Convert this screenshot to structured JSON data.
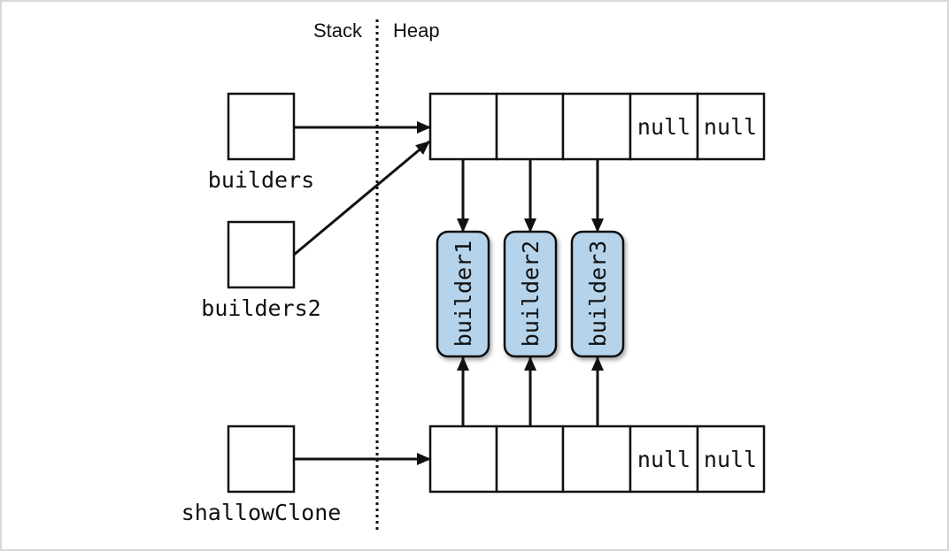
{
  "regions": {
    "stack_label": "Stack",
    "heap_label": "Heap"
  },
  "variables": {
    "builders": "builders",
    "builders2": "builders2",
    "shallow_clone": "shallowClone"
  },
  "arrays": {
    "top": {
      "cells": [
        "",
        "",
        "",
        "null",
        "null"
      ]
    },
    "bottom": {
      "cells": [
        "",
        "",
        "",
        "null",
        "null"
      ]
    }
  },
  "objects": [
    "builder1",
    "builder2",
    "builder3"
  ],
  "colors": {
    "object_fill": "#b5d3ea",
    "stroke": "#111111"
  }
}
